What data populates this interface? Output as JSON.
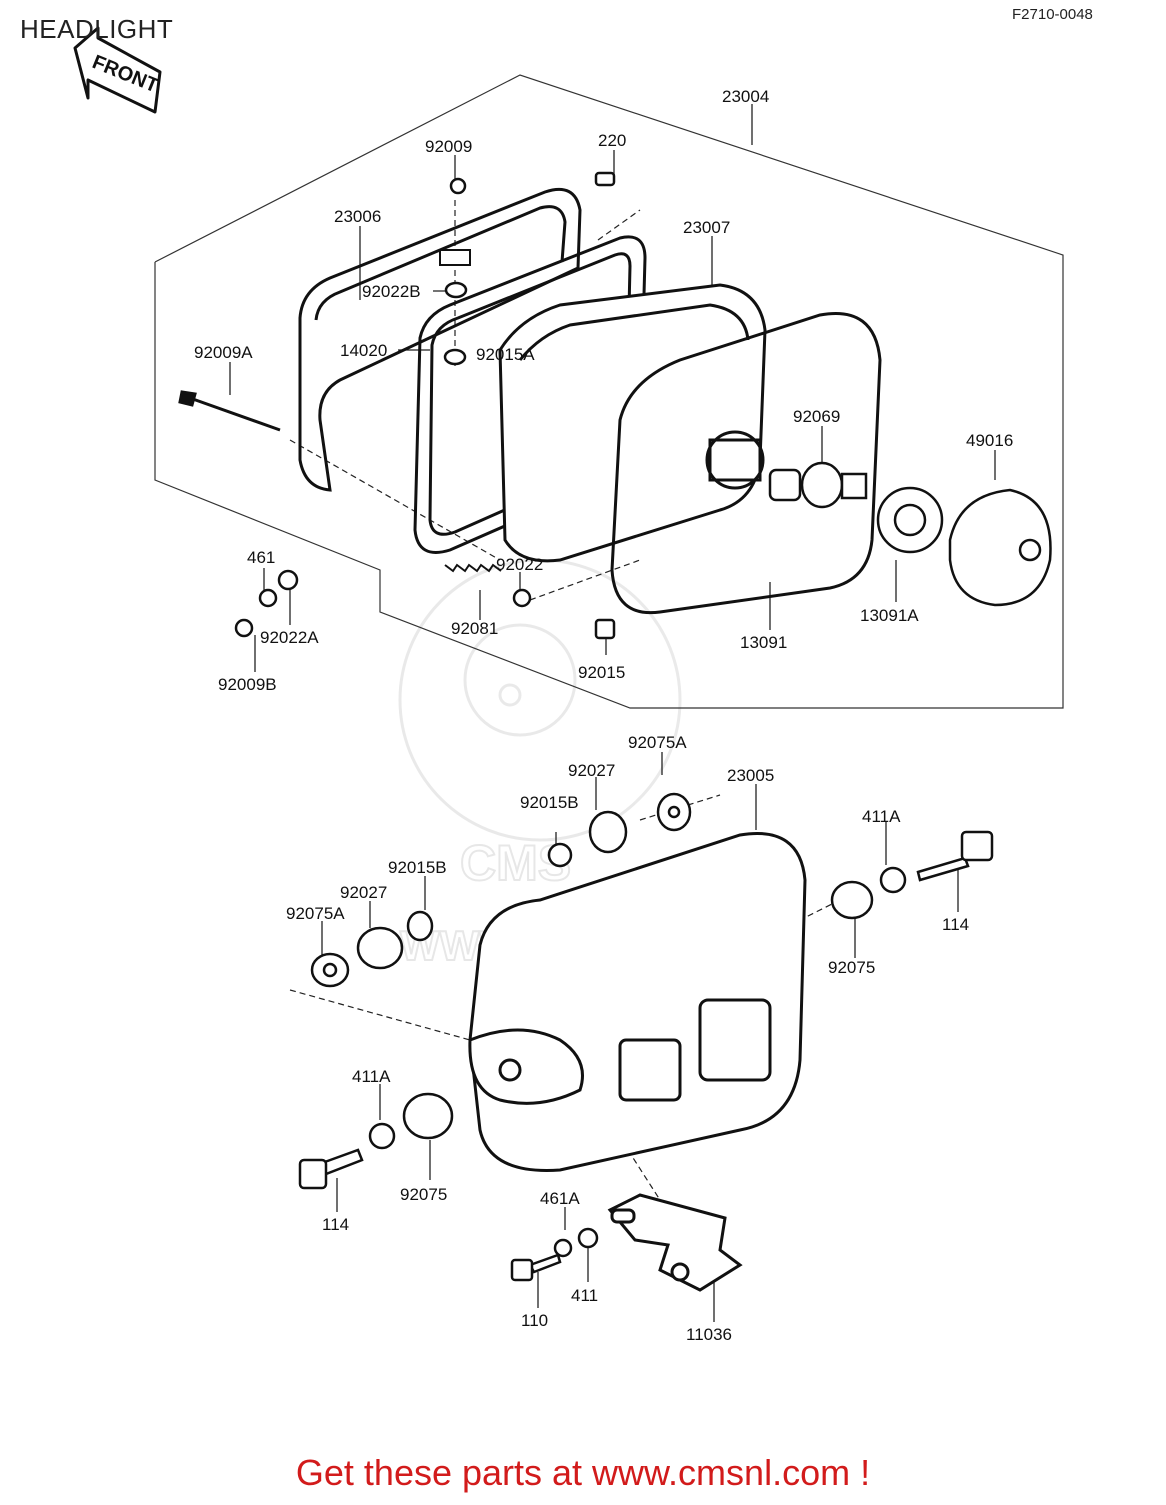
{
  "header": {
    "title": "HEADLIGHT",
    "diagram_code": "F2710-0048",
    "front_arrow_label": "FRONT"
  },
  "watermark": {
    "text": "CMS",
    "url": "WWW.CMSNL.COM"
  },
  "footer": {
    "promo": "Get these parts at www.cmsnl.com !"
  },
  "parts": {
    "p23004": "23004",
    "p92009": "92009",
    "p220": "220",
    "p23006": "23006",
    "p23007": "23007",
    "p92022B": "92022B",
    "p14020": "14020",
    "p92015A": "92015A",
    "p92009A": "92009A",
    "p92069": "92069",
    "p49016": "49016",
    "p461": "461",
    "p92022": "92022",
    "p92022A": "92022A",
    "p92081": "92081",
    "p13091A": "13091A",
    "p13091": "13091",
    "p92015": "92015",
    "p92009B": "92009B",
    "p92075A_top": "92075A",
    "p92027_top": "92027",
    "p23005": "23005",
    "p92015B_top": "92015B",
    "p411A_right": "411A",
    "p92015B_left": "92015B",
    "p92027_left": "92027",
    "p92075A_left": "92075A",
    "p114_right": "114",
    "p92075_right": "92075",
    "p411A_left": "411A",
    "p461A": "461A",
    "p114_left": "114",
    "p92075_left": "92075",
    "p110": "110",
    "p411": "411",
    "p11036": "11036"
  }
}
